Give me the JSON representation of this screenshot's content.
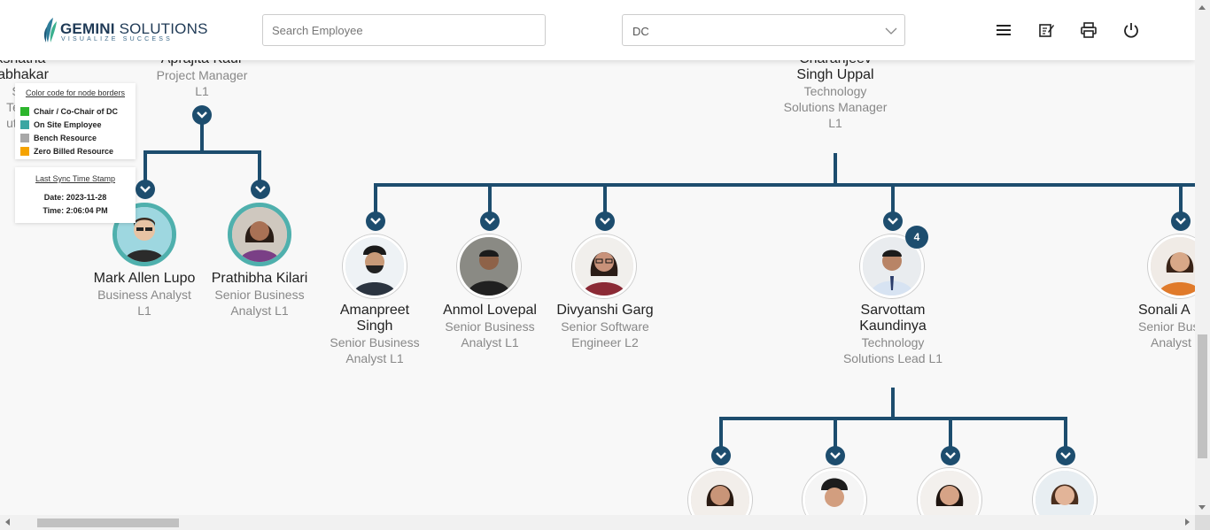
{
  "header": {
    "logo_brand": "GEMINI",
    "logo_suffix": " SOLUTIONS",
    "logo_tagline": "VISUALIZE SUCCESS",
    "search_placeholder": "Search Employee",
    "dc_select_value": "DC",
    "icons": [
      "menu-icon",
      "edit-note-icon",
      "print-icon",
      "power-icon"
    ]
  },
  "legend": {
    "title": "Color code for node borders",
    "items": [
      {
        "label": "Chair / Co-Chair of DC",
        "color": "#2db52d"
      },
      {
        "label": "On Site Employee",
        "color": "#3aa6a2"
      },
      {
        "label": "Bench Resource",
        "color": "#a8a8a8"
      },
      {
        "label": "Zero Billed Resource",
        "color": "#f5a300"
      }
    ]
  },
  "sync": {
    "title": "Last Sync Time Stamp",
    "date": "Date: 2023-11-28",
    "time": "Time: 2:06:04 PM"
  },
  "nodes": {
    "akshatha": {
      "name_l1": "Akshatha",
      "name_l2": "Prabhakar",
      "title_l1": "S",
      "title_l2": "Tec",
      "title_l3": "utic"
    },
    "aprajita": {
      "name": "Aprajita Kaur",
      "title_l1": "Project Manager",
      "title_l2": "L1"
    },
    "charanjeev": {
      "name_l1": "Charanjeev",
      "name_l2": "Singh Uppal",
      "title_l1": "Technology",
      "title_l2": "Solutions Manager",
      "title_l3": "L1"
    },
    "mark": {
      "name": "Mark Allen Lupo",
      "title_l1": "Business Analyst",
      "title_l2": "L1"
    },
    "prathibha": {
      "name": "Prathibha Kilari",
      "title_l1": "Senior Business",
      "title_l2": "Analyst L1"
    },
    "amanpreet": {
      "name_l1": "Amanpreet",
      "name_l2": "Singh",
      "title_l1": "Senior Business",
      "title_l2": "Analyst L1"
    },
    "anmol": {
      "name": "Anmol Lovepal",
      "title_l1": "Senior Business",
      "title_l2": "Analyst L1"
    },
    "divyanshi": {
      "name": "Divyanshi Garg",
      "title_l1": "Senior Software",
      "title_l2": "Engineer L2"
    },
    "sarvottam": {
      "name_l1": "Sarvottam",
      "name_l2": "Kaundinya",
      "title_l1": "Technology",
      "title_l2": "Solutions Lead L1",
      "badge": "4"
    },
    "sonali": {
      "name": "Sonali A",
      "title_l1": "Senior Bus",
      "title_l2": "Analyst"
    }
  },
  "colors": {
    "connector": "#1d4d6e",
    "onsite_border": "#4fb0ad"
  }
}
